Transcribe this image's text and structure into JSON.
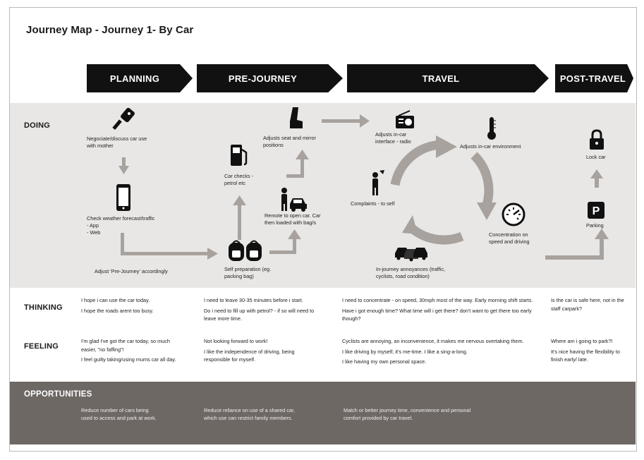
{
  "title": "Journey Map - Journey 1- By Car",
  "phases": [
    "PLANNING",
    "PRE-JOURNEY",
    "TRAVEL",
    "POST-TRAVEL"
  ],
  "rows": {
    "doing": "DOING",
    "thinking": "THINKING",
    "feeling": "FEELING",
    "opportunities": "OPPORTUNITIES"
  },
  "doing": {
    "negotiate": [
      "Negociate/discuss car use",
      "with mother"
    ],
    "check_weather": [
      "Check weather forecast/traffic",
      "- App",
      "- Web"
    ],
    "adjust_prejourney": "Adjust 'Pre-Journey' accordingly",
    "self_prep": [
      "Self preparation (eg.",
      "packing bag)"
    ],
    "car_checks": [
      "Car checks -",
      "petrol etc"
    ],
    "adjusts_seat": [
      "Adjusts seat and mirror",
      "positions"
    ],
    "remote_open": [
      "Remote to open car. Car",
      "then loaded with bag/s"
    ],
    "adjusts_interface": [
      "Adjusts in-car",
      "interface - radio"
    ],
    "adjusts_environment": "Adjusts in-car environment",
    "complaints": "Complaints - to self",
    "concentration": [
      "Concentration on",
      "speed and driving"
    ],
    "annoyances": [
      "In-journey annoyances (traffic,",
      "cyclists, road condition)"
    ],
    "lock_car": "Lock car",
    "parking": "Parking"
  },
  "icons": {
    "negotiate": "car-key-icon",
    "check_weather": "smartphone-icon",
    "self_prep": "backpacks-icon",
    "car_checks": "fuel-pump-icon",
    "adjusts_seat": "car-seat-icon",
    "remote_open": "person-with-car-icon",
    "adjusts_interface": "radio-icon",
    "adjusts_environment": "thermometer-icon",
    "complaints": "person-complaining-icon",
    "concentration": "speedometer-icon",
    "annoyances": "traffic-cars-icon",
    "lock_car": "padlock-icon",
    "parking": "parking-sign-icon"
  },
  "thinking": {
    "planning": [
      "I hope i can use the car today.",
      "I hope the roads arent too busy."
    ],
    "prejourney": [
      "I need to leave 30-35 minutes before i start.",
      "Do i need to fill up with petrol? - if so will need to leave more time."
    ],
    "travel": [
      "I need to concentrate - on speed, 30mph most of the way. Early morning shift starts.",
      "Have i got enough time? What time will i get there? don't want to get there too early though?"
    ],
    "posttravel": [
      "Is the car is safe here, not in the staff carpark?"
    ]
  },
  "feeling": {
    "planning": [
      "I'm glad I've got the car today, so much easier, \"no faffing\"!",
      "I feel guilty taking/using mums car all day."
    ],
    "prejourney": [
      "Not looking forward to work!",
      "I like the independence of driving, being responsible for myself."
    ],
    "travel": [
      "Cyclists are annoying, an inconvenience, it makes me nervous overtaking them.",
      "I like driving by myself, it's me-time. I like a sing-a-long.",
      "I like having my own personal space."
    ],
    "posttravel": [
      "Where am i going to park?!",
      "It's nice having the flexibility to finish early/ late."
    ]
  },
  "opportunities": {
    "planning": [
      "Reduce number of cars being",
      "used to access and park at work."
    ],
    "prejourney": [
      "Reduce reliance on use of a shared car,",
      "which use can restrict family members."
    ],
    "travel": [
      "Match or better journey time, convenience and personal",
      "comfort provided by car travel."
    ]
  },
  "colors": {
    "arrow": "#a8a29f",
    "band": "#e8e7e5",
    "opportunities_bg": "#6e6865",
    "phase_bg": "#111111"
  }
}
